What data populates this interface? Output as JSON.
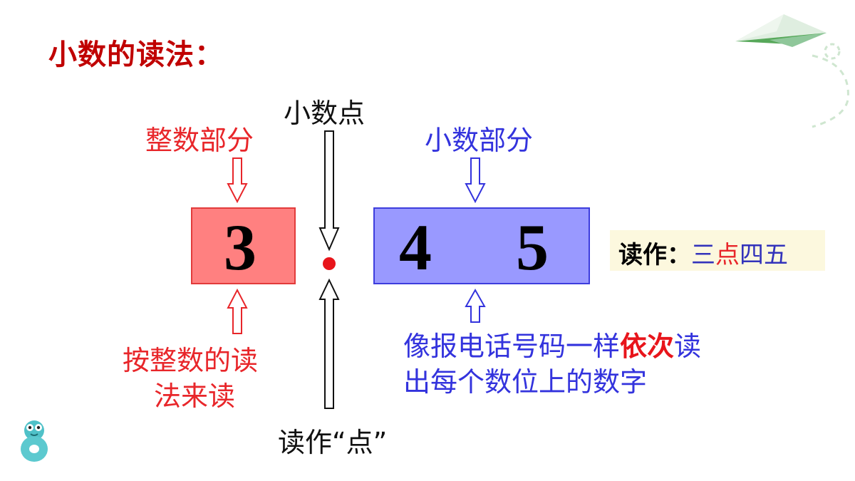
{
  "title": "小数的读法：",
  "labels": {
    "integer_part": "整数部分",
    "decimal_point": "小数点",
    "decimal_part": "小数部分",
    "read_point": "读作“点”"
  },
  "digits": {
    "integer": "3",
    "decimal_1": "4",
    "decimal_2": "5"
  },
  "reading": {
    "label": "读作：",
    "part1": "三",
    "part2": "点",
    "part3": "四",
    "part4": "五"
  },
  "integer_rule": {
    "line1": "按整数的读",
    "line2": "法来读"
  },
  "decimal_rule": {
    "line1_a": "像报电话号码一样",
    "line1_emph": "依次",
    "line1_b": "读",
    "line2": "出每个数位上的数字"
  },
  "colors": {
    "title": "#c00000",
    "red": "#e8262a",
    "blue": "#3333dd",
    "int_box_fill": "#ff8080",
    "dec_box_fill": "#9999ff",
    "dot": "#e8151b",
    "read_box_fill": "#fcf8de"
  },
  "icons": [
    "paper-plane-icon",
    "number-eight-mascot-icon"
  ]
}
